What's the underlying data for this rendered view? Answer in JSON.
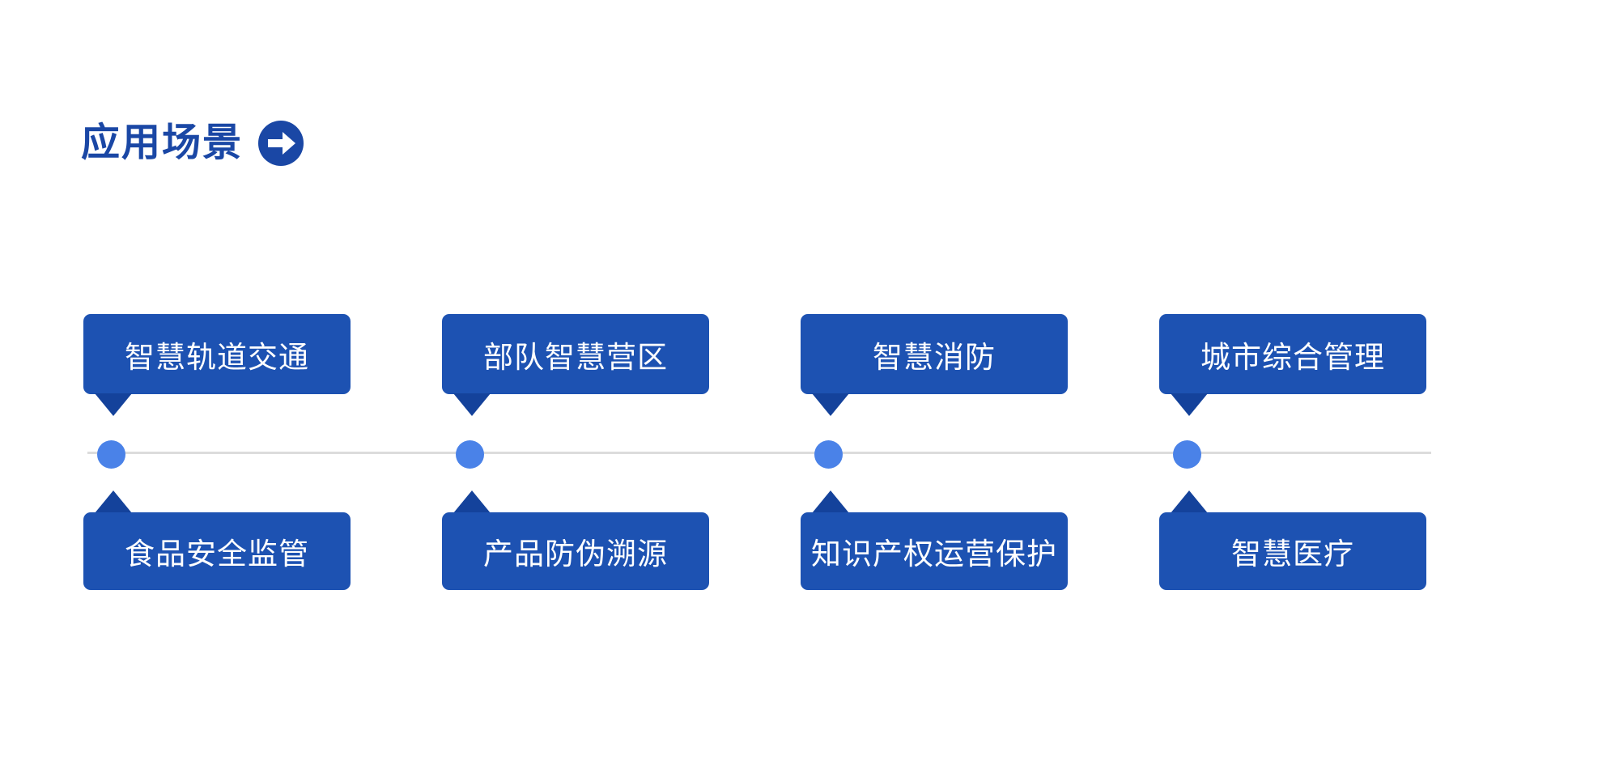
{
  "header": {
    "title": "应用场景",
    "title_color": "#1a47a5",
    "arrow_icon": "circle-right-arrow"
  },
  "timeline": {
    "line_color": "#dcdcdc",
    "dot_color": "#4a82e8",
    "bubble_color": "#1d52b2",
    "pointer_color": "#14429b",
    "columns": [
      {
        "top_label": "智慧轨道交通",
        "bottom_label": "食品安全监管"
      },
      {
        "top_label": "部队智慧营区",
        "bottom_label": "产品防伪溯源"
      },
      {
        "top_label": "智慧消防",
        "bottom_label": "知识产权运营保护"
      },
      {
        "top_label": "城市综合管理",
        "bottom_label": "智慧医疗"
      }
    ]
  }
}
